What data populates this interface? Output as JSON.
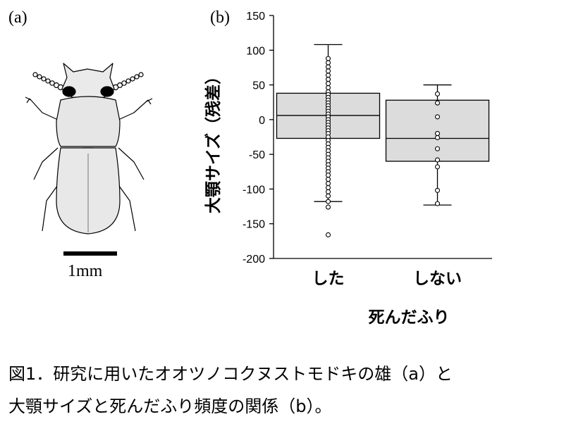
{
  "figure": {
    "panel_a_label": "(a)",
    "panel_b_label": "(b)",
    "scale_label": "1mm",
    "caption_line1": "図1．研究に用いたオオツノコクヌストモドキの雄（a）と",
    "caption_line2": "大顎サイズと死んだふり頻度の関係（b）。"
  },
  "chart_data": {
    "type": "box",
    "ylabel": "大顎サイズ（残差）",
    "xlabel": "死んだふり",
    "ylim": [
      -200,
      150
    ],
    "yticks": [
      150,
      100,
      50,
      0,
      -50,
      -100,
      -150,
      -200
    ],
    "categories": [
      "した",
      "しない"
    ],
    "boxes": [
      {
        "name": "した",
        "q1": -27,
        "median": 6,
        "q3": 38,
        "whisker_low": -118,
        "whisker_high": 108,
        "points": [
          88,
          82,
          76,
          70,
          64,
          58,
          52,
          46,
          40,
          36,
          32,
          28,
          24,
          20,
          16,
          12,
          8,
          4,
          0,
          -4,
          -8,
          -12,
          -16,
          -20,
          -25,
          -30,
          -35,
          -40,
          -45,
          -50,
          -55,
          -60,
          -65,
          -70,
          -75,
          -80,
          -86,
          -92,
          -98,
          -104,
          -110,
          -118,
          -126,
          -166
        ]
      },
      {
        "name": "しない",
        "q1": -60,
        "median": -27,
        "q3": 28,
        "whisker_low": -123,
        "whisker_high": 50,
        "points": [
          37,
          24,
          4,
          -20,
          -26,
          -42,
          -58,
          -68,
          -102,
          -121
        ]
      }
    ]
  }
}
